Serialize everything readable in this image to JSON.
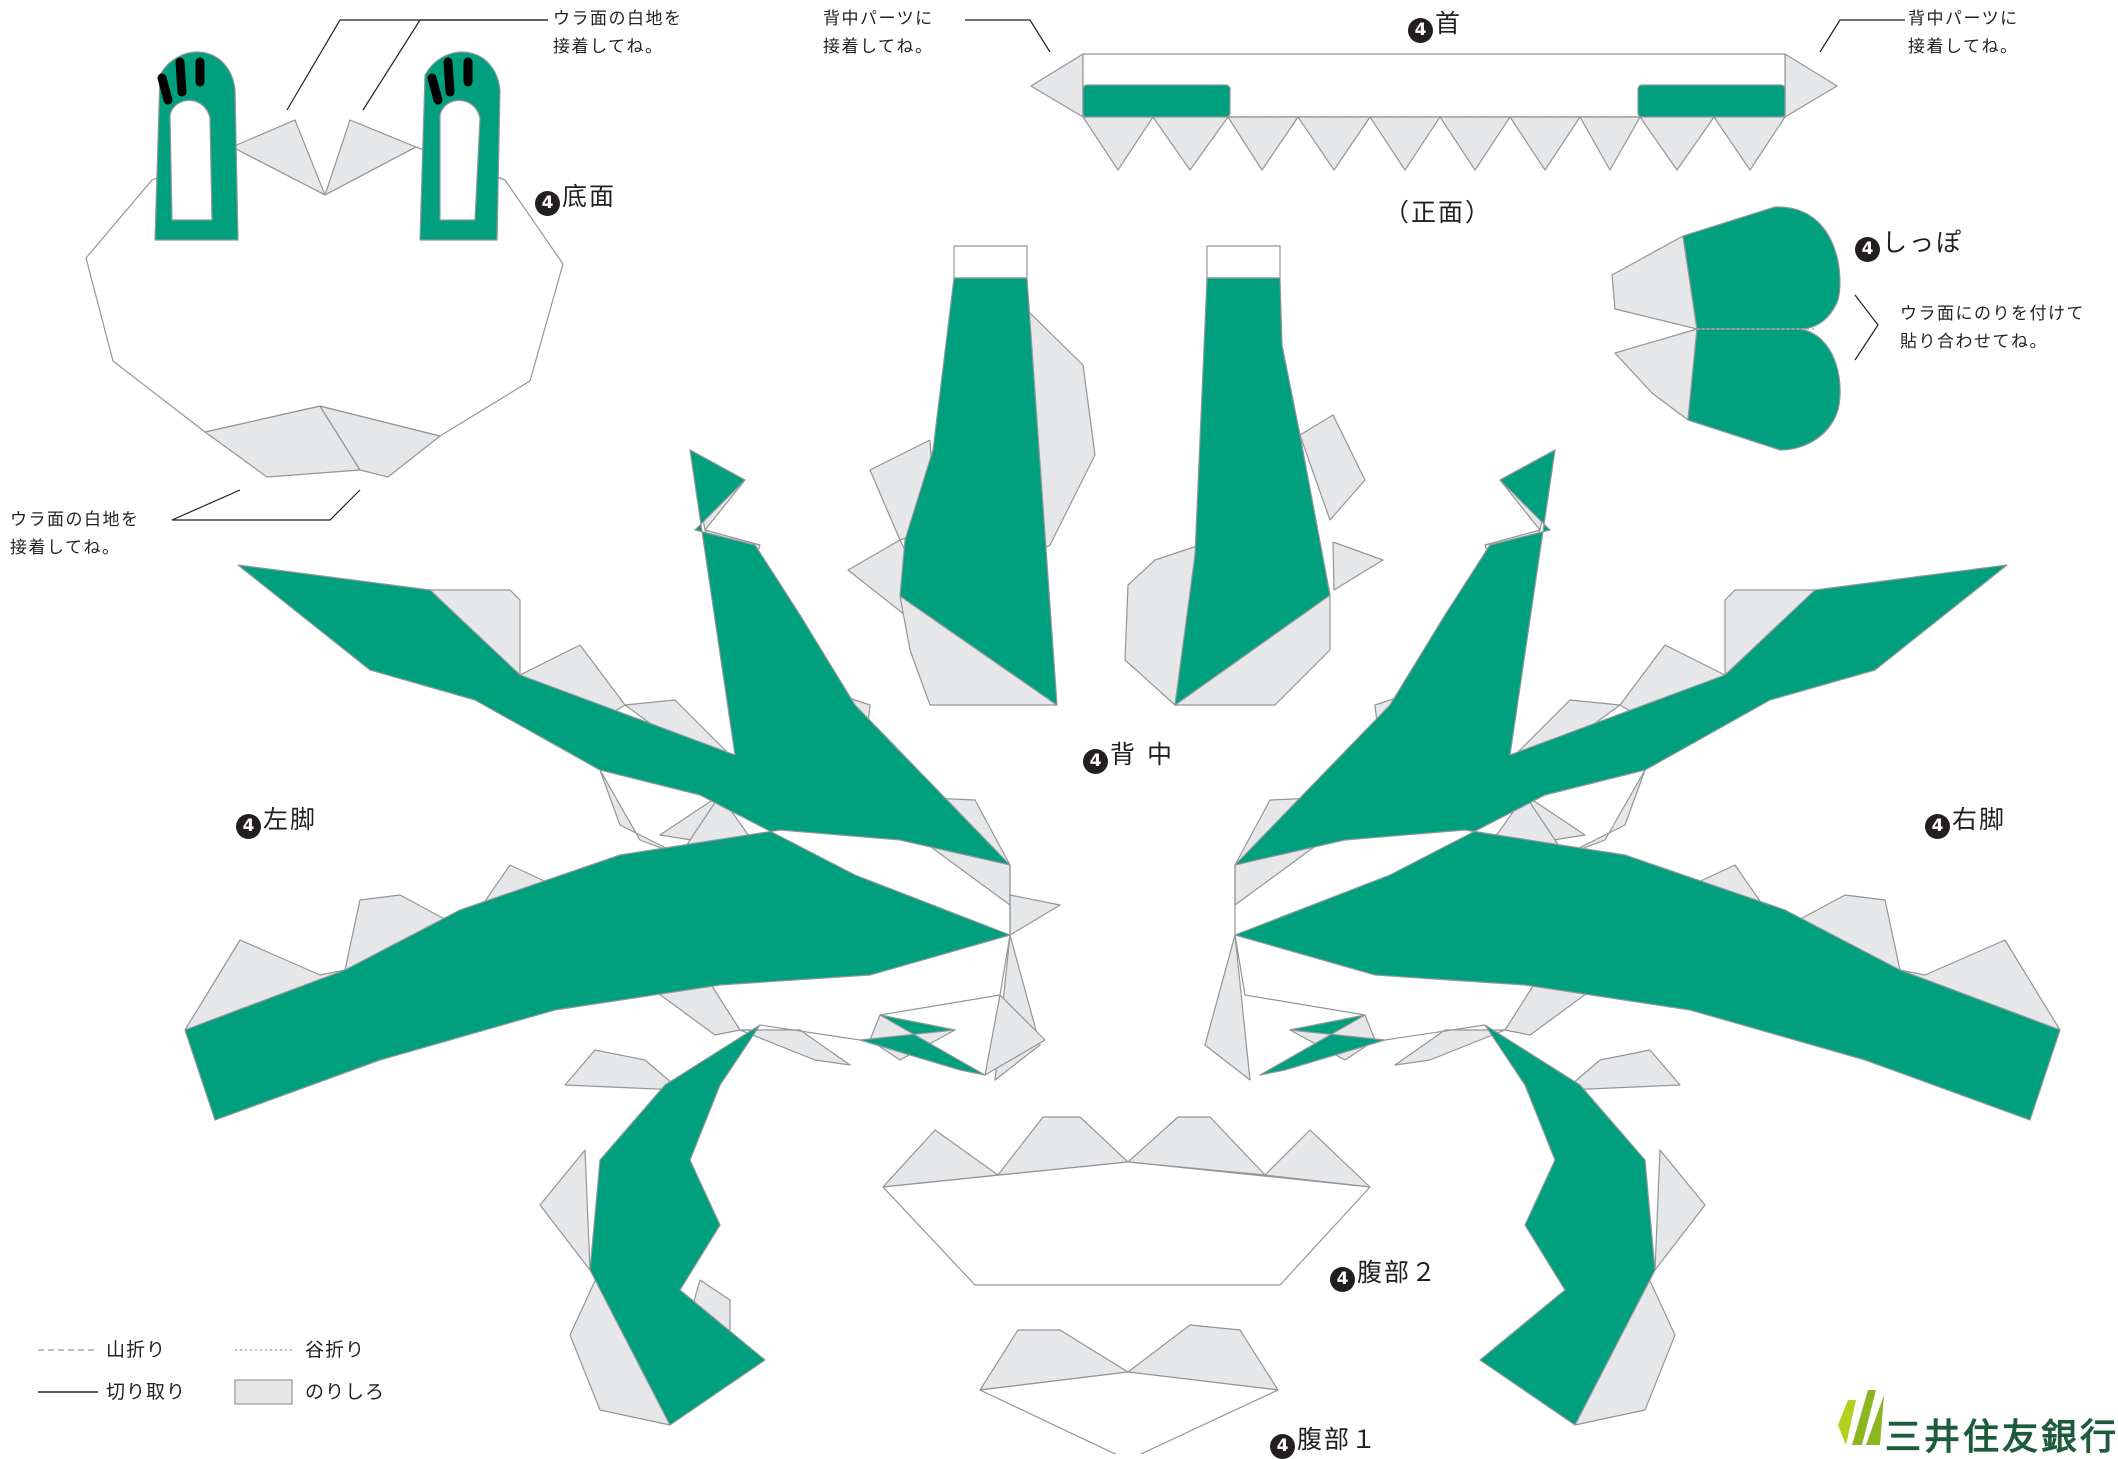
{
  "colors": {
    "part_green": "#00a07f",
    "glue_gray": "#e6e7e8",
    "outline": "#939598",
    "brand_green": "#1d5b3b"
  },
  "labels": {
    "bottom_num": "4",
    "bottom": "底面",
    "neck_num": "4",
    "neck": "首",
    "front": "（正面）",
    "tail_num": "4",
    "tail": "しっぽ",
    "back_num": "4",
    "back": "背 中",
    "left_leg_num": "4",
    "left_leg": "左脚",
    "right_leg_num": "4",
    "right_leg": "右脚",
    "belly2_num": "4",
    "belly2": "腹部２",
    "belly1_num": "4",
    "belly1": "腹部１"
  },
  "notes": {
    "white_glue_top": [
      "ウラ面の白地を",
      "接着してね。"
    ],
    "white_glue_bottom": [
      "ウラ面の白地を",
      "接着してね。"
    ],
    "neck_left": [
      "背中パーツに",
      "接着してね。"
    ],
    "neck_right": [
      "背中パーツに",
      "接着してね。"
    ],
    "tail_note": [
      "ウラ面にのりを付けて",
      "貼り合わせてね。"
    ]
  },
  "legend": {
    "mountain_fold": "山折り",
    "valley_fold": "谷折り",
    "cut": "切り取り",
    "glue": "のりしろ"
  },
  "brand": {
    "name": "三井住友銀行",
    "icon": "smbc-leaf-icon"
  }
}
